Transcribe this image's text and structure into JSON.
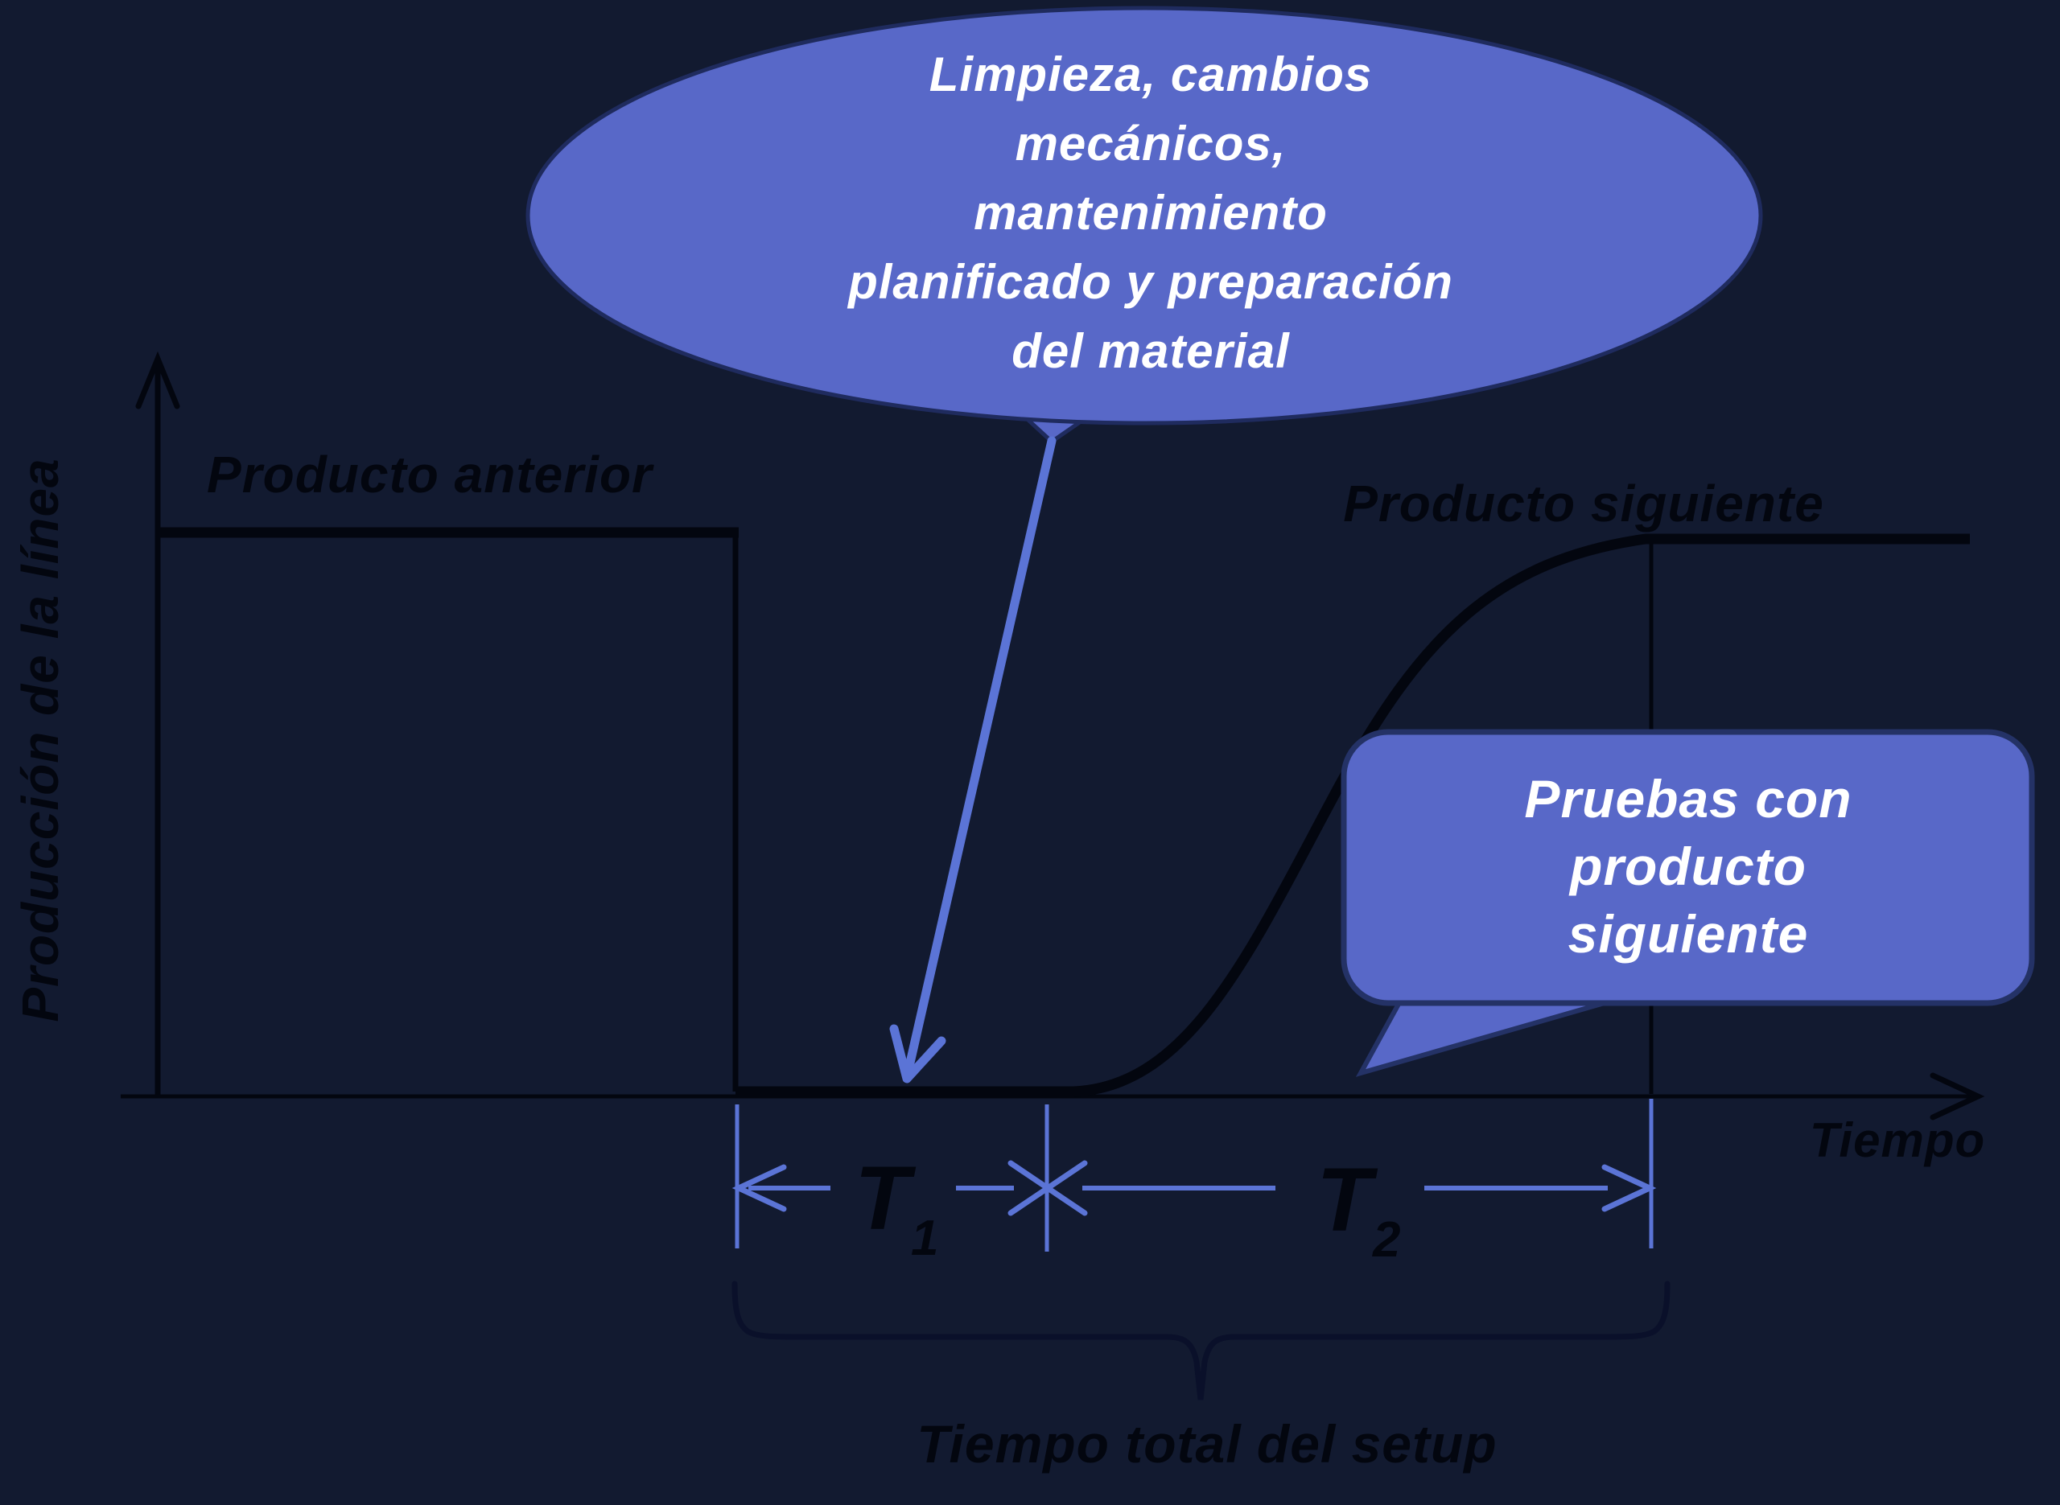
{
  "colors": {
    "background": "#121a30",
    "ink": "#03060f",
    "blue": "#5b74d6",
    "bubble_fill": "#5868c8",
    "bubble_border": "#1f2b5e",
    "text_light": "#ffffff",
    "brace": "#0a102a"
  },
  "axis": {
    "y_label": "Producción de la línea",
    "x_label": "Tiempo"
  },
  "labels": {
    "previous_product": "Producto anterior",
    "next_product": "Producto siguiente"
  },
  "ellipse_callout": {
    "lines": [
      "Limpieza, cambios",
      "mecánicos,",
      "mantenimiento",
      "planificado y preparación",
      "del material"
    ]
  },
  "rect_callout": {
    "lines": [
      "Pruebas con",
      "producto",
      "siguiente"
    ]
  },
  "t_markers": {
    "t1": {
      "base": "T",
      "sub": "1"
    },
    "t2": {
      "base": "T",
      "sub": "2"
    }
  },
  "footer": {
    "total_label": "Tiempo total del setup"
  }
}
